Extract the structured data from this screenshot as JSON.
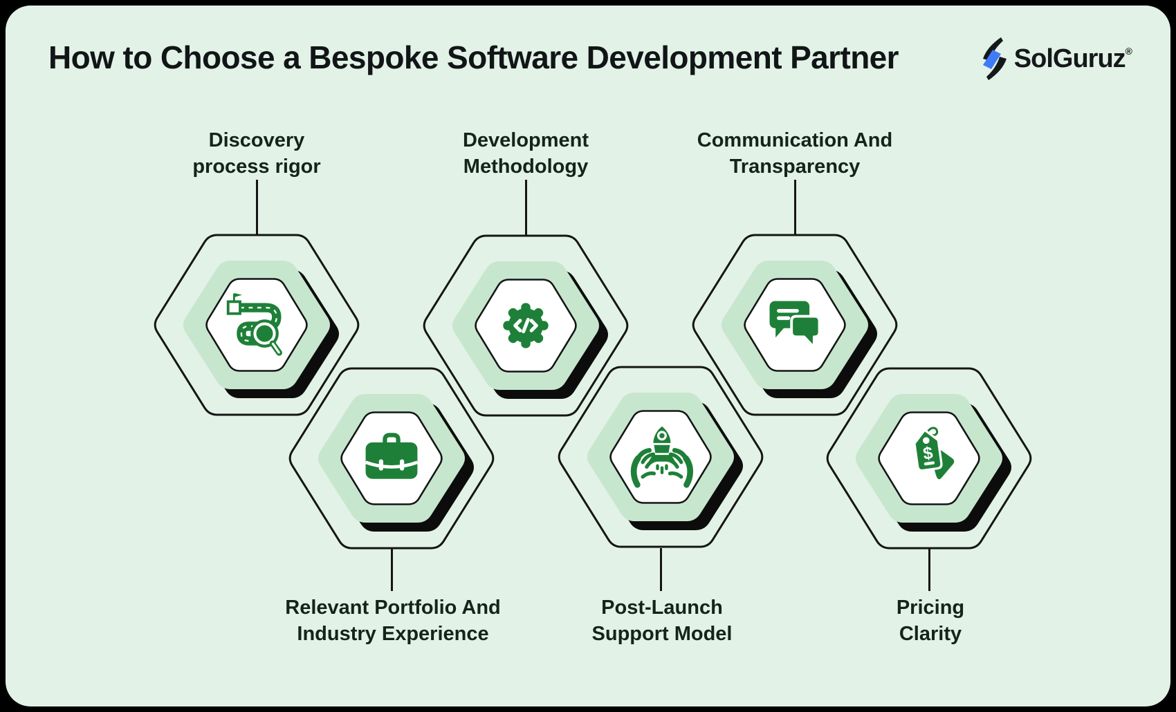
{
  "page": {
    "title": "How to Choose a Bespoke Software Development Partner"
  },
  "logo": {
    "name": "SolGuruz",
    "registered": "®"
  },
  "items": [
    {
      "label_line1": "Discovery",
      "label_line2": "process rigor",
      "icon": "discovery-route-icon"
    },
    {
      "label_line1": "Development",
      "label_line2": "Methodology",
      "icon": "gear-code-icon"
    },
    {
      "label_line1": "Communication And",
      "label_line2": "Transparency",
      "icon": "chat-bubbles-icon"
    },
    {
      "label_line1": "Relevant Portfolio And",
      "label_line2": "Industry Experience",
      "icon": "briefcase-icon"
    },
    {
      "label_line1": "Post-Launch",
      "label_line2": "Support Model",
      "icon": "rocket-hands-icon"
    },
    {
      "label_line1": "Pricing",
      "label_line2": "Clarity",
      "icon": "price-tags-icon"
    }
  ],
  "colors": {
    "background": "#e2f2e6",
    "hex_fill": "#c7e6ce",
    "icon_green": "#1e8038",
    "outline": "#141514",
    "logo_blue": "#3e7bf7",
    "white": "#ffffff"
  }
}
